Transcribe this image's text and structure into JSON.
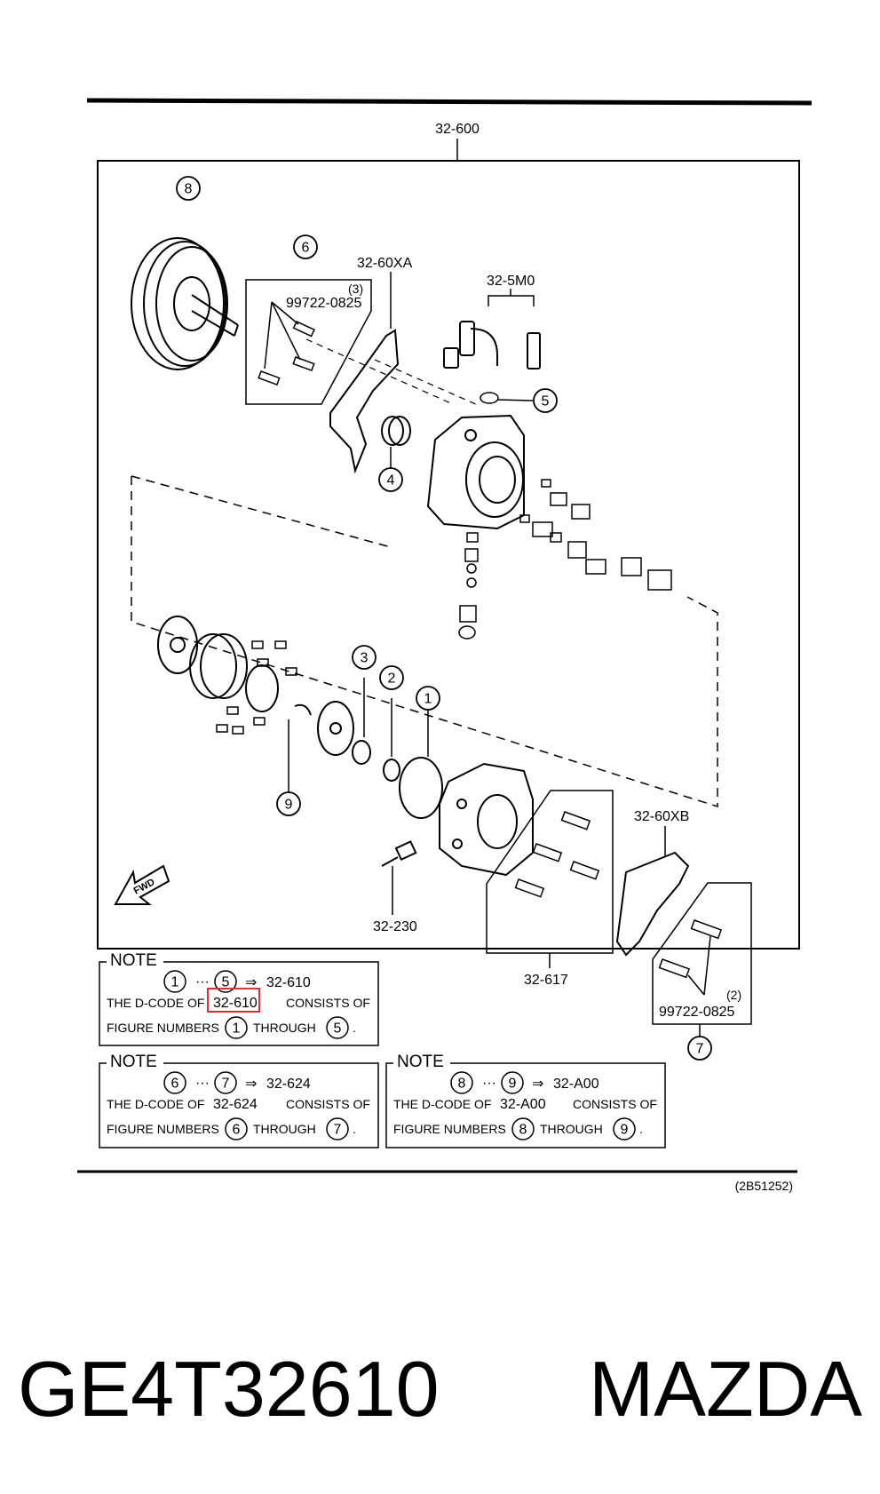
{
  "diagram": {
    "labels": {
      "assembly": "32-600",
      "bracket_a": "32-60XA",
      "pipe": "32-5M0",
      "bracket_b": "32-60XB",
      "switch": "32-230",
      "bolts": "32-617",
      "bolt_6": "99722-0825",
      "bolt_6_qty": "(3)",
      "bolt_7": "99722-0825",
      "bolt_7_qty": "(2)",
      "fwd": "FWD",
      "image_code": "(2B51252)"
    },
    "callouts": [
      "1",
      "2",
      "3",
      "4",
      "5",
      "6",
      "7",
      "8",
      "9"
    ],
    "notes": [
      {
        "title": "NOTE",
        "range_from": "1",
        "range_to": "5",
        "dots": "···",
        "arrow": "⇒",
        "target": "32-610",
        "line2_prefix": "THE D-CODE OF",
        "line2_code": "32-610",
        "line2_suffix": "CONSISTS OF",
        "line3_prefix": "FIGURE NUMBERS",
        "line3_mid": "THROUGH",
        "line3_end": "."
      },
      {
        "title": "NOTE",
        "range_from": "6",
        "range_to": "7",
        "dots": "···",
        "arrow": "⇒",
        "target": "32-624",
        "line2_prefix": "THE D-CODE OF",
        "line2_code": "32-624",
        "line2_suffix": "CONSISTS OF",
        "line3_prefix": "FIGURE NUMBERS",
        "line3_mid": "THROUGH",
        "line3_end": "."
      },
      {
        "title": "NOTE",
        "range_from": "8",
        "range_to": "9",
        "dots": "···",
        "arrow": "⇒",
        "target": "32-A00",
        "line2_prefix": "THE D-CODE OF",
        "line2_code": "32-A00",
        "line2_suffix": "CONSISTS OF",
        "line3_prefix": "FIGURE NUMBERS",
        "line3_mid": "THROUGH",
        "line3_end": "."
      }
    ],
    "highlight_color": "#e03030"
  },
  "footer": {
    "part_number": "GE4T32610",
    "brand": "MAZDA"
  }
}
